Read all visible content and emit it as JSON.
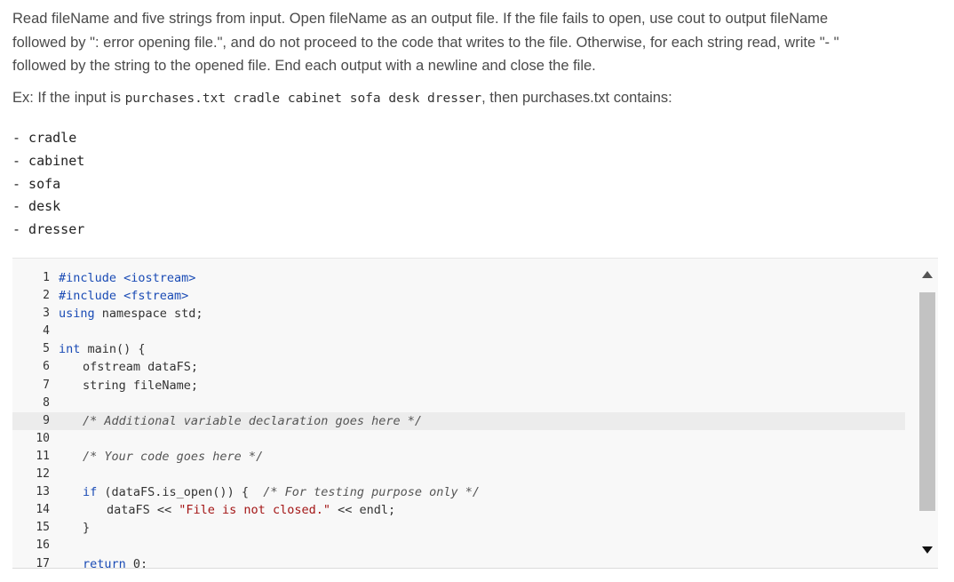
{
  "prompt": {
    "line1": "Read fileName and five strings from input. Open fileName as an output file. If the file fails to open, use cout to output fileName",
    "line2": "followed by \": error opening file.\", and do not proceed to the code that writes to the file. Otherwise, for each string read, write \"- \"",
    "line3": "followed by the string to the opened file. End each output with a newline and close the file."
  },
  "example": {
    "prefix": "Ex: If the input is ",
    "input_code": "purchases.txt cradle cabinet sofa desk dresser",
    "suffix": ", then purchases.txt contains:"
  },
  "output_lines": [
    "- cradle",
    "- cabinet",
    "- sofa",
    "- desk",
    "- dresser"
  ],
  "code": {
    "line_numbers": [
      "1",
      "2",
      "3",
      "4",
      "5",
      "6",
      "7",
      "8",
      "9",
      "10",
      "11",
      "12",
      "13",
      "14",
      "15",
      "16",
      "17"
    ],
    "l1": "#include <iostream>",
    "l2": "#include <fstream>",
    "l3_kw": "using",
    "l3_rest": " namespace std;",
    "l5_type": "int",
    "l5_rest": " main() {",
    "l6": "ofstream dataFS;",
    "l7": "string fileName;",
    "l9": "/* Additional variable declaration goes here */",
    "l11": "/* Your code goes here */",
    "l13_kw": "if",
    "l13_rest": " (dataFS.is_open()) {  ",
    "l13_cm": "/* For testing purpose only */",
    "l14_a": "dataFS << ",
    "l14_str": "\"File is not closed.\"",
    "l14_b": " << endl;",
    "l15": "}",
    "l17_kw": "return",
    "l17_rest": " 0;"
  }
}
